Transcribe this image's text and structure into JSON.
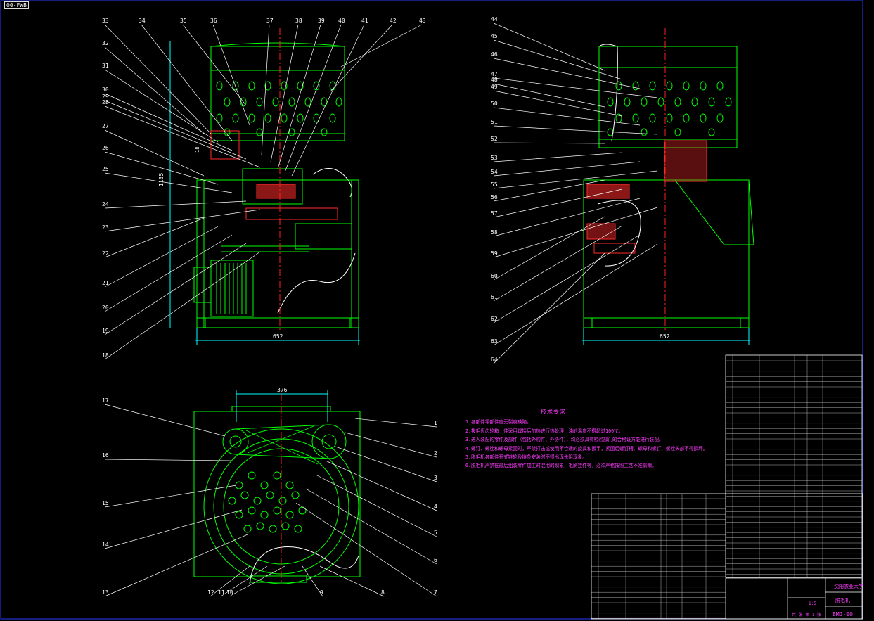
{
  "drawing": {
    "corner_tag": "00-FWB",
    "colors": {
      "outline": "#00ff00",
      "leader": "#ffffff",
      "center": "#ff2020",
      "dim": "#00ffff",
      "text": "#ff40ff",
      "section": "#ff2a2a",
      "frame": "#2a3cff"
    },
    "dimensions": {
      "front_height": "1135",
      "front_width": "652",
      "side_width": "652",
      "top_width": "376",
      "small_dim": "18"
    },
    "balloons_front_top": [
      "33",
      "34",
      "35",
      "36",
      "37",
      "38",
      "39",
      "40",
      "41",
      "42",
      "43"
    ],
    "balloons_front_left": [
      "32",
      "31",
      "30",
      "29",
      "28",
      "27",
      "26",
      "25",
      "24",
      "23",
      "22",
      "21",
      "20",
      "19",
      "18"
    ],
    "balloons_side_left": [
      "44",
      "45",
      "46",
      "47",
      "48",
      "49",
      "50",
      "51",
      "52",
      "53",
      "54",
      "55",
      "56",
      "57",
      "58",
      "59",
      "60",
      "61",
      "62",
      "63",
      "64"
    ],
    "balloons_top_left": [
      "17",
      "16",
      "15",
      "14",
      "13"
    ],
    "balloons_top_bottom": [
      "12",
      "11",
      "10",
      "9",
      "8"
    ],
    "balloons_top_right": [
      "1",
      "2",
      "3",
      "4",
      "5",
      "6",
      "7"
    ]
  },
  "technical_requirements": {
    "heading": "技术要求",
    "items": [
      "1.各部件零部件应无裂痕缺陷。",
      "2.拔毛盘齿轮箱上件采用焊接后加热进行热处理，油的温度不得超过100℃。",
      "3.进入装配的零件及部件（包括外购件、外协件），均必须具有检验部门的合格证方能进行装配。",
      "4.螺钉、螺栓和螺母紧固时，严禁打击或使用不合适的旋具和扳手，紧固后螺钉槽、螺母和螺钉、螺栓头部不得损坏。",
      "5.脱毛机各部件开式链轮及链条安装时不得出现卡阻现象。",
      "6.脱毛机严禁在最后组装零件加工时混用的现象，毛刷挂件等，必须严格按照工艺不准偷懒。"
    ]
  },
  "title_block": {
    "school": "沈阳农业大学",
    "drawing_name": "脱毛机",
    "drawing_number": "BMJ-00",
    "sheet_info": "共 张 第 1 张",
    "scale": "1:5"
  }
}
